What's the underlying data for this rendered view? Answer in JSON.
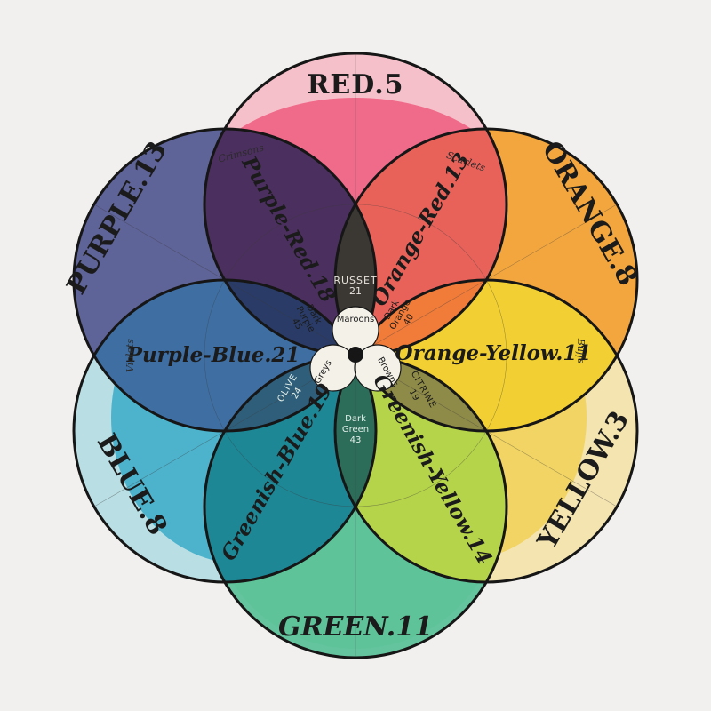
{
  "primaries": {
    "red": "RED.5",
    "orange": "ORANGE.8",
    "yellow": "YELLOW.3",
    "green": "GREEN.11",
    "blue": "BLUE.8",
    "purple": "PURPLE.13"
  },
  "intersections": {
    "purple_red": "Purple-Red.18",
    "orange_red": "Orange-Red.13",
    "orange_yellow": "Orange-Yellow.11",
    "greenish_yellow": "Greenish-Yellow.14",
    "greenish_blue": "Greenish-Blue.19",
    "purple_blue": "Purple-Blue.21"
  },
  "tertiaries": {
    "russet_name": "RUSSET",
    "russet_num": "21",
    "dark_orange_1": "Dark",
    "dark_orange_2": "Orange",
    "dark_orange_num": "40",
    "citrine_name": "CITRINE",
    "citrine_num": "19",
    "dark_green_1": "Dark",
    "dark_green_2": "Green",
    "dark_green_num": "43",
    "olive_name": "OLIVE",
    "olive_num": "24",
    "dark_purple_1": "Dark",
    "dark_purple_2": "Purple",
    "dark_purple_num": "45"
  },
  "shades": {
    "crimsons": "Crimsons",
    "scarlets": "Scarlets",
    "buffs": "Buffs",
    "violets": "Violets"
  },
  "center": {
    "maroons": "Maroons",
    "greys": "Greys",
    "browns": "Browns"
  },
  "colors": {
    "red": "#f07a93",
    "orange": "#f3a43c",
    "yellow": "#f0db7a",
    "green": "#5fc39a",
    "blue": "#4eb6cf",
    "purple": "#5c6096",
    "outline": "#161616",
    "background": "#f1f0ee"
  }
}
